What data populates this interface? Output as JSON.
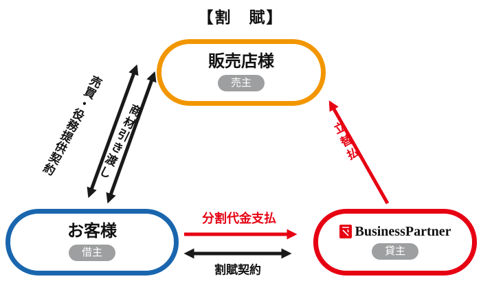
{
  "title": "【割　賦】",
  "nodes": {
    "seller": {
      "label": "販売店様",
      "role": "売主"
    },
    "customer": {
      "label": "お客様",
      "role": "借主"
    },
    "partner": {
      "label": "BusinessPartner",
      "role": "貸主"
    }
  },
  "edges": {
    "sales_service_contract": "売買・役務提供契約",
    "goods_delivery": "商材引き渡し",
    "installment_payment": "分割代金支払",
    "installment_contract": "割賦契約",
    "advance_payment": "立替払"
  },
  "colors": {
    "seller_border": "#f29600",
    "customer_border": "#1a66ae",
    "partner_border": "#e60012",
    "badge_bg": "#9e9fa0",
    "arrow_black": "#1a1a1a",
    "arrow_red": "#e60012"
  }
}
